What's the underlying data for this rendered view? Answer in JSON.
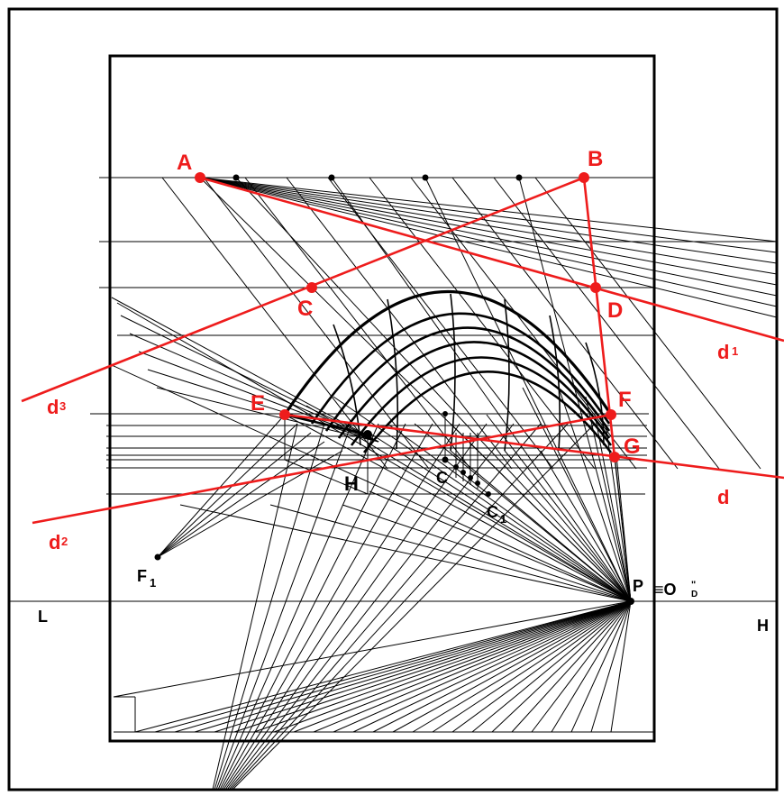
{
  "colors": {
    "construction": "#ee1c1c",
    "lines": "#000000",
    "background": "#ffffff"
  },
  "points": {
    "A": "A",
    "B": "B",
    "C": "C",
    "D": "D",
    "E": "E",
    "F": "F",
    "G": "G",
    "H": "H",
    "P": "P",
    "C_small": "C",
    "C1_main": "C",
    "C1_sub": "1",
    "F1_main": "F",
    "F1_sub": "1"
  },
  "lines": {
    "d": "d",
    "d1_main": "d",
    "d1_sub": "1",
    "d2_main": "d",
    "d2_sub": "2",
    "d3_main": "d",
    "d3_sub": "3"
  },
  "ground_line": {
    "left": "L",
    "right": "H"
  },
  "observer": {
    "main": "≡O",
    "sup": "\"",
    "sub": "D"
  }
}
